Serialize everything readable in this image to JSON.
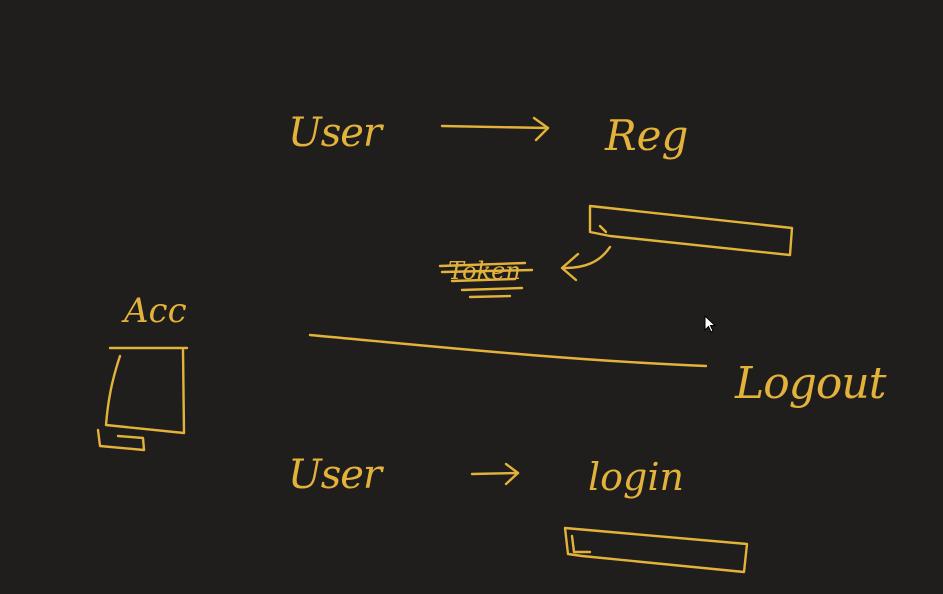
{
  "ink_color": "#e3b23a",
  "background_color": "#1f1e1d",
  "labels": {
    "user_top": "User",
    "reg": "Reg",
    "token_struck": "Token",
    "acc": "Acc",
    "logout": "Logout",
    "user_bottom": "User",
    "login": "login"
  },
  "cursor": {
    "icon": "mouse-pointer-icon"
  }
}
